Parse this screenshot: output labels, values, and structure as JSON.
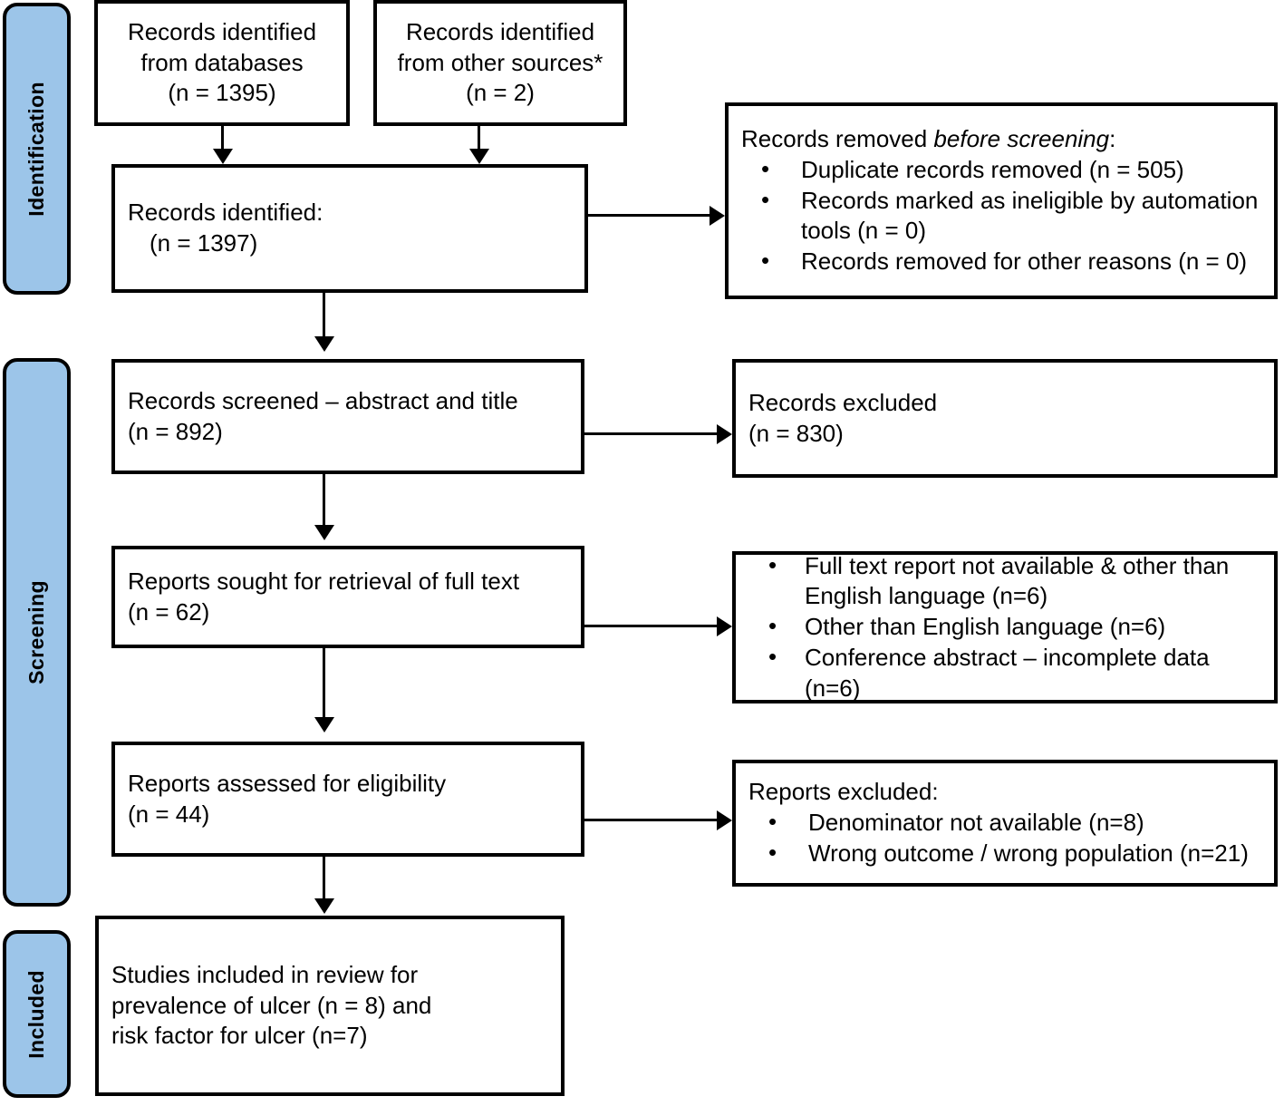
{
  "diagram": {
    "type": "prisma-flow-diagram",
    "phases": [
      {
        "id": "identification",
        "label": "Identification"
      },
      {
        "id": "screening",
        "label": "Screening"
      },
      {
        "id": "included",
        "label": "Included"
      }
    ],
    "boxes": {
      "records_databases": {
        "line1": "Records identified",
        "line2": "from databases",
        "line3": "(n = 1395)"
      },
      "records_other_sources": {
        "line1": "Records identified",
        "line2": "from other sources*",
        "line3": "(n = 2)"
      },
      "records_identified_total": {
        "line1": "Records identified:",
        "line2": "(n = 1397)"
      },
      "records_removed_before_screening": {
        "title_prefix": "Records removed ",
        "title_italic": "before screening",
        "title_suffix": ":",
        "bullets": [
          "Duplicate records removed (n = 505)",
          "Records marked as ineligible by automation tools (n = 0)",
          "Records removed for other reasons (n = 0)"
        ]
      },
      "records_screened": {
        "line1": "Records screened – abstract and title",
        "line2": "(n = 892)"
      },
      "records_excluded": {
        "line1": "Records excluded",
        "line2": "(n = 830)"
      },
      "reports_sought": {
        "line1": "Reports sought for retrieval of full text",
        "line2": "(n = 62)"
      },
      "reports_not_retrieved": {
        "bullets": [
          "Full text report not available & other than English language (n=6)",
          "Other than English language (n=6)",
          "Conference abstract – incomplete data (n=6)"
        ]
      },
      "reports_assessed": {
        "line1": "Reports assessed for eligibility",
        "line2": "(n = 44)"
      },
      "reports_excluded": {
        "title": "Reports excluded:",
        "bullets": [
          "Denominator not available (n=8)",
          "Wrong outcome / wrong population (n=21)"
        ]
      },
      "studies_included": {
        "line1": "Studies included in review for",
        "line2": "prevalence of ulcer (n = 8) and",
        "line3": "risk factor for ulcer (n=7)"
      }
    },
    "colors": {
      "phase_fill": "#9CC5E9",
      "stroke": "#000000",
      "box_fill": "#FFFFFF"
    }
  }
}
